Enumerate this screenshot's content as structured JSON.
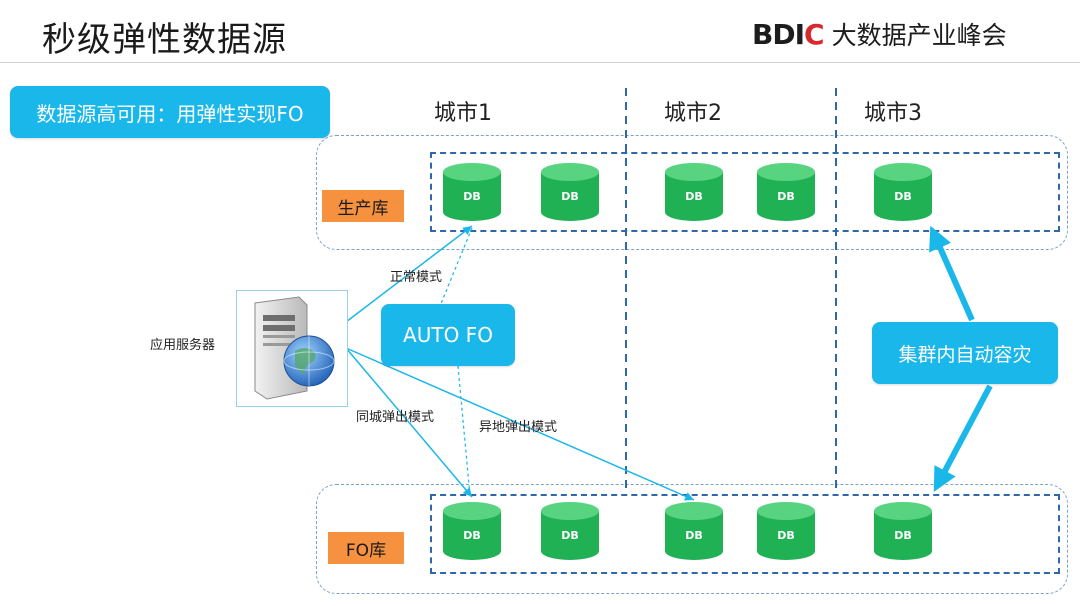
{
  "title": "秒级弹性数据源",
  "logo": {
    "mark_bd": "BDI",
    "mark_k": "C",
    "text": "大数据产业峰会"
  },
  "subtitle": "数据源高可用：用弹性实现FO",
  "cities": [
    "城市1",
    "城市2",
    "城市3"
  ],
  "zones": {
    "production": "生产库",
    "fo": "FO库"
  },
  "db_label": "DB",
  "server_label": "应用服务器",
  "modes": {
    "normal": "正常模式",
    "same_city": "同城弹出模式",
    "remote": "异地弹出模式"
  },
  "auto_fo": "AUTO FO",
  "auto_dr": "集群内自动容灾",
  "colors": {
    "accent": "#1ab7ea",
    "tag": "#f5913f",
    "db_green": "#1fb154",
    "dash_blue": "#2f67a8",
    "logo_red": "#d7282c"
  }
}
